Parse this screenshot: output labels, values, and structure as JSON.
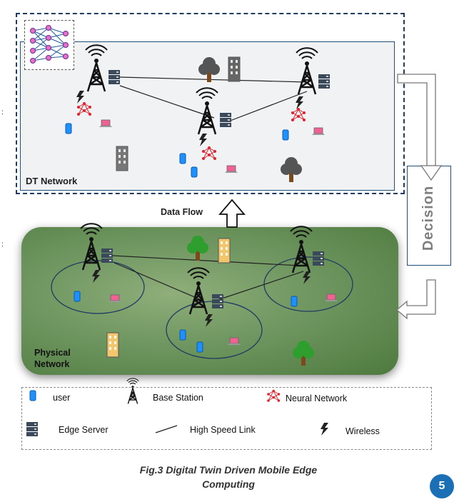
{
  "dt_network": {
    "label": "DT Network"
  },
  "physical_network": {
    "label_line1": "Physical",
    "label_line2": "Network"
  },
  "data_flow": {
    "label": "Data Flow"
  },
  "decision": {
    "label": "Decision"
  },
  "legend": {
    "user": "user",
    "base_station": "Base Station",
    "neural_network": "Neural Network",
    "edge_server": "Edge Server",
    "high_speed_link": "High Speed Link",
    "wireless": "Wireless"
  },
  "caption": {
    "line1": "Fig.3 Digital Twin Driven Mobile Edge",
    "line2": "Computing"
  },
  "page_number": "5",
  "colors": {
    "frame": "#1f4e79",
    "physical_green": "#6f9660",
    "badge": "#1a6fb5",
    "phone": "#1e90ff",
    "neural": "#e0222e"
  }
}
